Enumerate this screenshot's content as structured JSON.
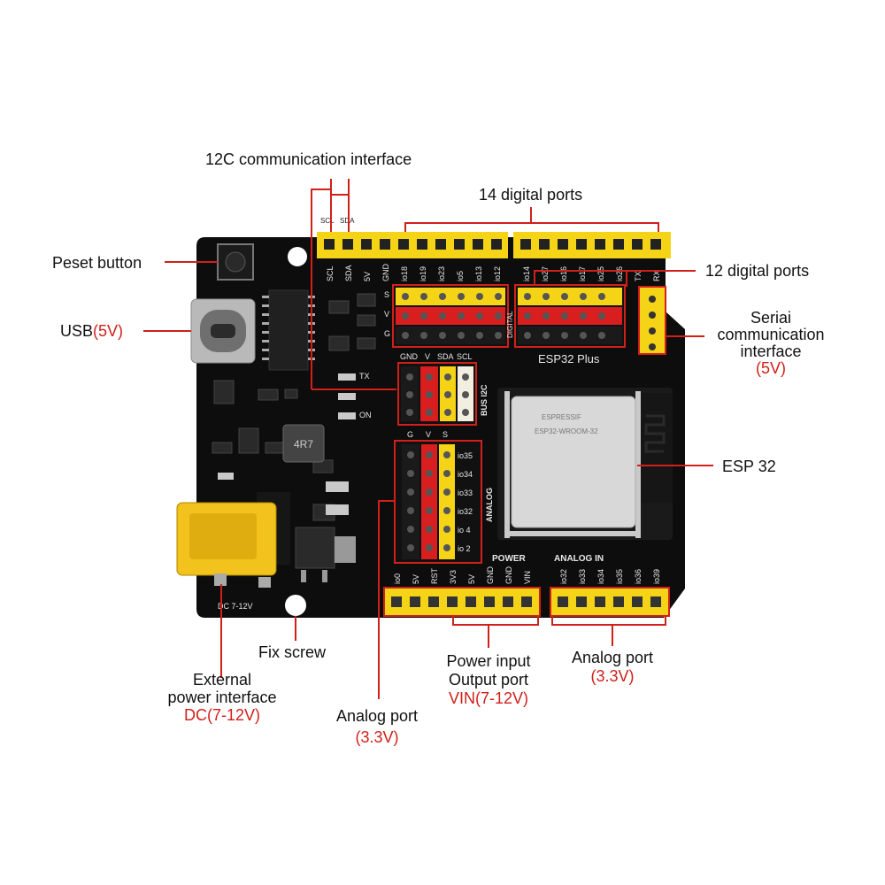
{
  "colors": {
    "board": "#0d0d0d",
    "header_yellow": "#f5d316",
    "pin_red": "#d81e1e",
    "pin_black": "#1a1a1a",
    "callout_red": "#d0201a",
    "dc_jack": "#f2c31c"
  },
  "callouts": {
    "i2c": "12C communication interface",
    "digital14": "14 digital ports",
    "digital12": "12 digital ports",
    "reset": "Peset button",
    "usb": "USB",
    "usb_v": "(5V)",
    "serial_1": "Seriai",
    "serial_2": "communication",
    "serial_3": "interface",
    "serial_v": "(5V)",
    "esp32": "ESP 32",
    "fix": "Fix screw",
    "ext_1": "External",
    "ext_2": "power interface",
    "ext_v": "DC(7-12V)",
    "analog_left_1": "Analog port",
    "analog_left_v": "(3.3V)",
    "power_1": "Power input",
    "power_2": "Output port",
    "power_v": "VIN(7-12V)",
    "analog_right_1": "Analog port",
    "analog_right_v": "(3.3V)"
  },
  "board": {
    "title": "ESP32 Plus",
    "top_left_pins": [
      "SCL",
      "SDA",
      "5V",
      "GND",
      "io18",
      "io19",
      "io23",
      "io5",
      "io13",
      "io12"
    ],
    "top_right_pins": [
      "io14",
      "io27",
      "io16",
      "io17",
      "io25",
      "io26",
      "TX",
      "RX"
    ],
    "i2c_small": [
      "SCL",
      "SDA"
    ],
    "svg_rows": [
      "S",
      "V",
      "G"
    ],
    "digital_label": "DIGITAL",
    "bus_header": [
      "GND",
      "V",
      "SDA",
      "SCL"
    ],
    "bus_label": "BUS I2C",
    "analog_header": [
      "G",
      "V",
      "S"
    ],
    "analog_pins": [
      "io35",
      "io34",
      "io33",
      "io32",
      "io 4",
      "io 2"
    ],
    "analog_label": "ANALOG",
    "power_title": "POWER",
    "power_pins": [
      "io0",
      "5V",
      "RST",
      "3V3",
      "5V",
      "GND",
      "GND",
      "VIN"
    ],
    "analog_in_title": "ANALOG IN",
    "analog_in_pins": [
      "io32",
      "io33",
      "io34",
      "io35",
      "io36",
      "io39"
    ],
    "tx_label": "TX",
    "on_label": "ON",
    "dc_label": "DC 7-12V",
    "inductor": "4R7",
    "module_brand": "ESPRESSIF",
    "module_name": "ESP32-WROOM-32"
  }
}
